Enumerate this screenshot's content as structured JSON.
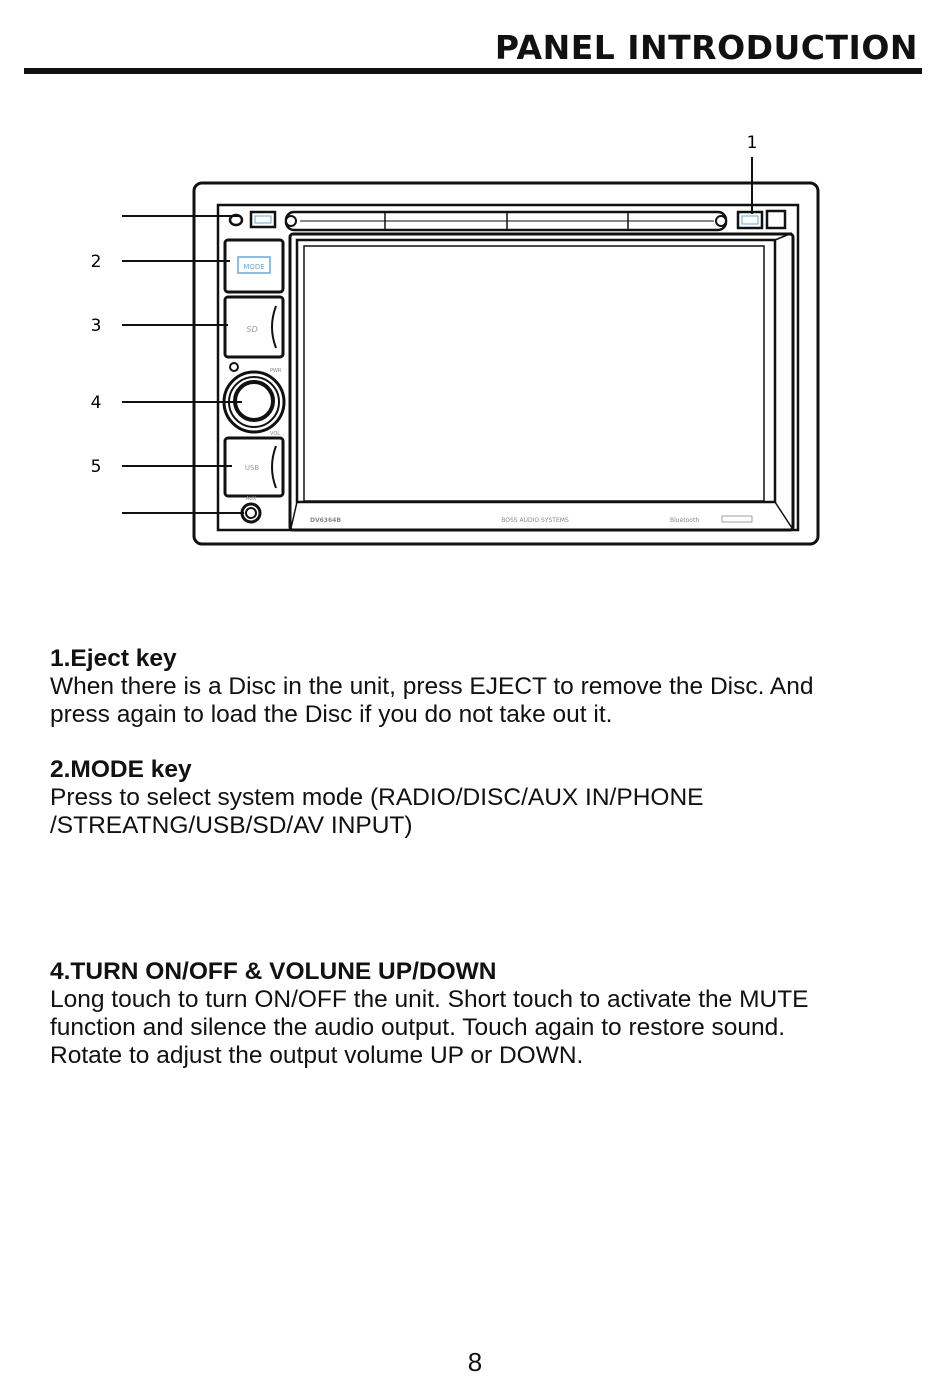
{
  "header": {
    "title": "PANEL INTRODUCTION"
  },
  "diagram": {
    "callouts": [
      "1",
      "2",
      "3",
      "4",
      "5"
    ],
    "unit_labels": {
      "mode_button": "MODE",
      "sd_slot": "SD",
      "pwr": "PWR",
      "vol": "VOL",
      "usb_port": "USB",
      "aux": "AUX",
      "model": "DV6364B",
      "brand": "BOSS AUDIO SYSTEMS",
      "bluetooth": "Bluetooth"
    }
  },
  "sections": [
    {
      "heading": "1.Eject key",
      "lines": [
        "When there is a Disc in the unit, press EJECT to remove the Disc. And",
        "press again to load the Disc if you do not take out it."
      ]
    },
    {
      "heading": "2.MODE key",
      "lines": [
        "Press to select system mode (RADIO/DISC/AUX IN/PHONE",
        "/STREATNG/USB/SD/AV INPUT)"
      ]
    },
    {
      "heading": "4.TURN ON/OFF & VOLUNE UP/DOWN",
      "lines": [
        "Long touch to turn ON/OFF the unit. Short touch to activate the MUTE",
        "function and silence the audio output. Touch again to restore sound.",
        "Rotate to adjust the output volume UP or DOWN."
      ]
    }
  ],
  "footer": {
    "page_number": "8"
  }
}
